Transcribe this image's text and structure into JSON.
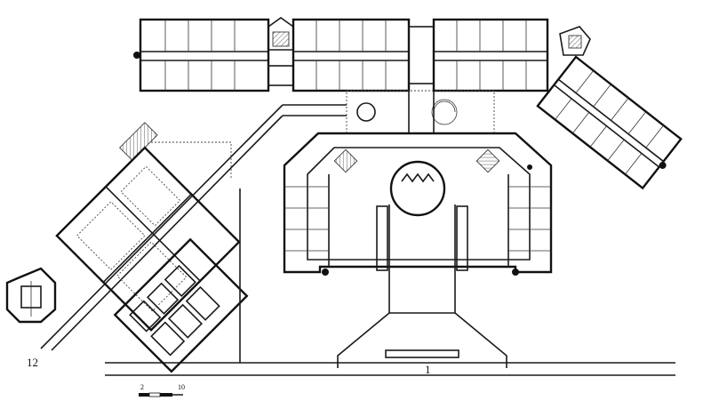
{
  "plan": {
    "labels": {
      "site_entrance": "1",
      "building": "12"
    },
    "scale_bar": {
      "tick_a": "2",
      "tick_b": "10"
    }
  }
}
